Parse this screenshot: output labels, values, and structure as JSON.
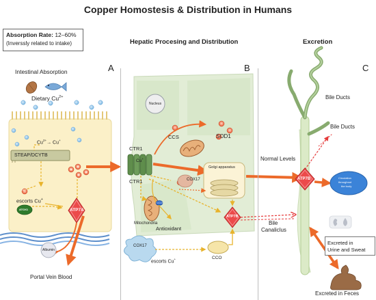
{
  "title": "Copper Homostesis & Distribution in Humans",
  "absorption": {
    "label": "Absorption Rate:",
    "value": "12–60%",
    "note": "(Inverssly related to intake)"
  },
  "panels": {
    "a_letter": "A",
    "b_letter": "B",
    "c_letter": "C",
    "b_heading": "Hepatic Procesing and Distribution",
    "c_heading": "Excretion"
  },
  "panel_a": {
    "heading": "Intestinal Absorption",
    "dietary": "Dietary Cu",
    "dietary_sup": "2+",
    "reduction_a": "Cu",
    "reduction_a_sup": "2+",
    "reduction_b": "→ Cu",
    "reduction_b_sup": "+",
    "steap": "STEAP/DCYTB",
    "cu_dot": "Cu+",
    "escorts": "escorts Cu",
    "escorts_sup": "+",
    "atox1": "ATOX1",
    "atp7a": "ATP7A",
    "albumin": "Albumin",
    "portal": "Portal Vein Blood"
  },
  "panel_b": {
    "nucleus": "Nucleus",
    "ccs": "CCS",
    "sod1": "SOD1",
    "ctr1_top": "CTR1",
    "cu_plus": "Cu",
    "cu_plus_sup": "+",
    "ctr1_bottom": "CTR1",
    "cox17_inner": "COX17",
    "golgi": "Golgi apparatus",
    "cco_inner": "CCO",
    "mitochondria": "Mitochondria",
    "atp7b": "ATP7B",
    "antioxidant": "Antioxidant",
    "cox17_outer": "COX17",
    "escorts": "escorts Cu",
    "escorts_sup": "+",
    "cco_outer": "CCO",
    "normal_levels": "Normal Levels",
    "bile_canal_1": "Bile",
    "bile_canal_2": "Canaliclus"
  },
  "panel_c": {
    "bile_ducts_1": "Bile Ducts",
    "bile_ducts_2": "Bile Ducts",
    "atp7b": "ATP7B",
    "circ_1": "Circulation",
    "circ_2": "throughout",
    "circ_3": "the body",
    "urine_1": "Excreted in",
    "urine_2": "Urine and Sweat",
    "feces": "Excreted in Feces"
  },
  "colors": {
    "arrow_orange": "#ec6a2a",
    "dashed_yellow": "#e8b32c",
    "dashed_red": "#e53b3b",
    "cell_fill": "#fbf0c8",
    "liver_fill": "#e2edd6",
    "duct_green": "#88ab6f",
    "diamond_red": "#ec4a4a",
    "circulation_blue": "#3b83d8",
    "ctr1_green": "#5f8d4c"
  }
}
